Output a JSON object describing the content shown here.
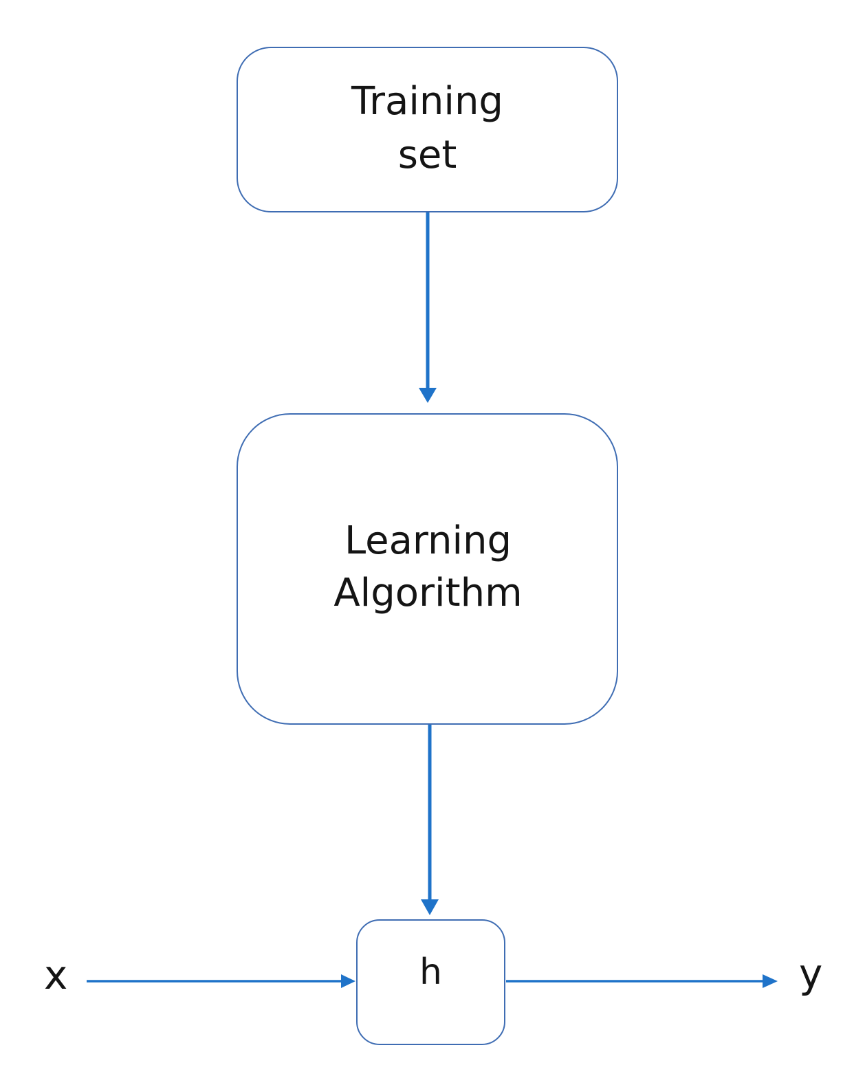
{
  "nodes": {
    "training_set": {
      "line1": "Training",
      "line2": "set"
    },
    "learning_algorithm": {
      "line1": "Learning",
      "line2": "Algorithm"
    },
    "hypothesis": {
      "label": "h"
    }
  },
  "io": {
    "input": "x",
    "output": "y"
  },
  "edges": [
    {
      "from": "training_set",
      "to": "learning_algorithm"
    },
    {
      "from": "learning_algorithm",
      "to": "hypothesis"
    },
    {
      "from": "input",
      "to": "hypothesis"
    },
    {
      "from": "hypothesis",
      "to": "output"
    }
  ],
  "colors": {
    "box_border": "#3f6db3",
    "arrow": "#1f73c9",
    "text": "#141414"
  }
}
